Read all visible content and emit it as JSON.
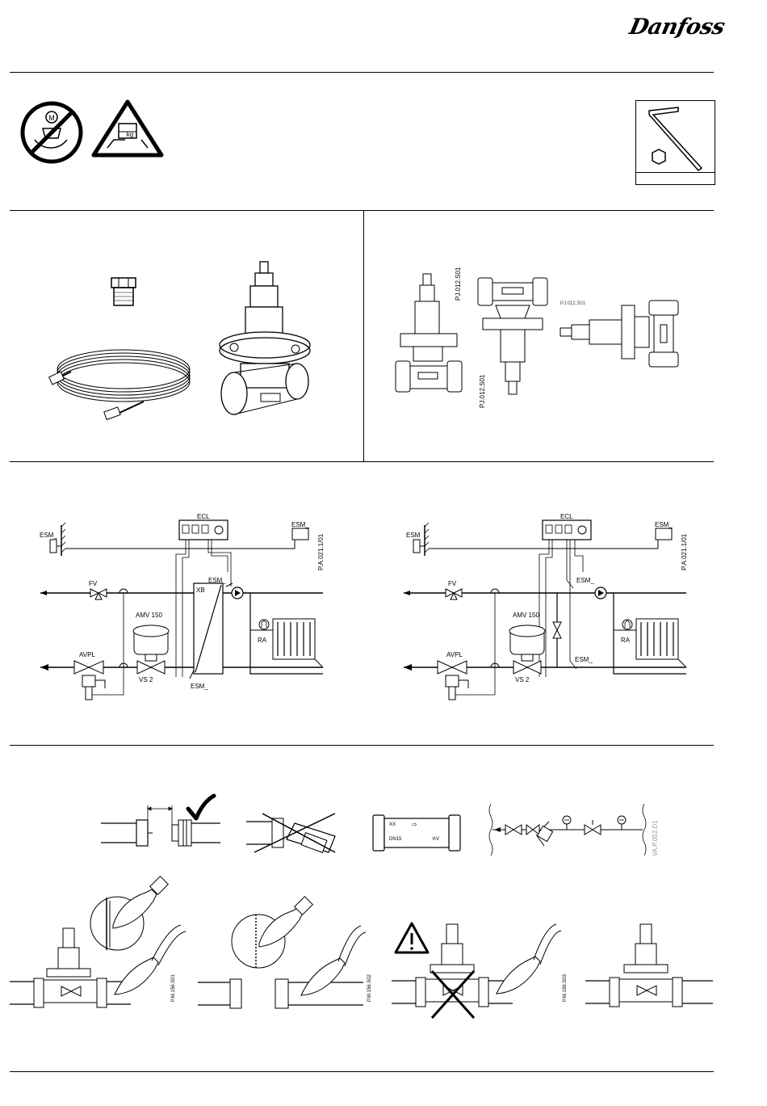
{
  "header": {
    "brand": "Danfoss"
  },
  "diagram_left": {
    "ecl": "ECL",
    "esm_wall": "ESM_",
    "esm_outdoor": "ESM_",
    "esm_supply": "ESM_",
    "esm_return": "ESM_",
    "fv": "FV",
    "xb": "XB",
    "amv": "AMV 150",
    "avpl": "AVPL",
    "vs": "VS 2",
    "ra": "RA",
    "code": "P.A.021.1/01"
  },
  "diagram_right": {
    "ecl": "ECL",
    "esm_wall": "ESM",
    "esm_outdoor": "ESM_",
    "esm_supply": "ESM_",
    "esm_return": "ESM_",
    "fv": "FV",
    "amv": "AMV 150",
    "avpl": "AVPL",
    "vs": "VS 2",
    "ra": "RA",
    "code": "P.A.021.1/01"
  },
  "body_plate": {
    "tl": "XX",
    "tr": "⇨",
    "bl": "DN15",
    "br": "KV"
  },
  "fig_codes": {
    "p1": "PJ.012.S01",
    "p2": "PJ.012.S01",
    "p3": "PJ.012.S01",
    "install": "VA.P.052.D1",
    "w1": "P.M.156.S01",
    "w2": "P.M.156.S02",
    "w3": "P.M.156.S03"
  },
  "icons": [
    "no-lifting-by-motor-icon",
    "warning-heavy-load-icon",
    "hex-key-icon",
    "check-mark-icon",
    "warning-icon"
  ]
}
